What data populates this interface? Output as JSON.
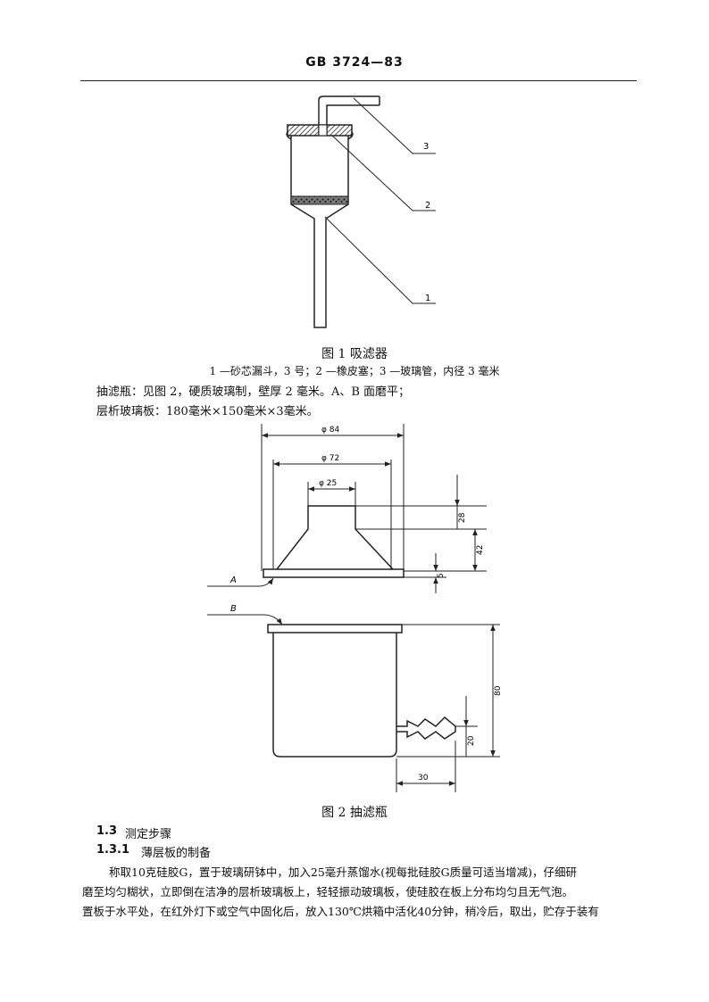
{
  "header": {
    "standard_code": "GB 3724—83"
  },
  "figure1": {
    "caption": "图 1   吸滤器",
    "legend": "1 —砂芯漏斗，3 号；2 —橡皮塞；3 —玻璃管，内径 3 毫米",
    "labels": [
      "1",
      "2",
      "3"
    ]
  },
  "text_before_fig2": {
    "line1": "抽滤瓶：见图 2，硬质玻璃制，壁厚 2 毫米。A、B 面磨平；",
    "line2": "层析玻璃板：180毫米×150毫米×3毫米。"
  },
  "figure2": {
    "caption": "图 2   抽滤瓶",
    "surface_labels": {
      "a": "A",
      "b": "B"
    },
    "dimensions": {
      "d84": "φ 84",
      "d72": "φ 72",
      "d25": "φ 25",
      "h28": "28",
      "h42": "42",
      "h5": "5",
      "h80": "80",
      "h20": "20",
      "w30": "30"
    }
  },
  "section": {
    "heading_num": "1.3",
    "heading_text": "测定步骤",
    "sub_num": "1.3.1",
    "sub_text": "薄层板的制备",
    "para_line1": "称取10克硅胶G，置于玻璃研钵中，加入25毫升蒸馏水(视每批硅胶G质量可适当增减)，仔细研",
    "para_line2": "磨至均匀糊状，立即倒在洁净的层析玻璃板上，轻轻振动玻璃板，使硅胶在板上分布均匀且无气泡。",
    "para_line3": "置板于水平处，在红外灯下或空气中固化后，放入130℃烘箱中活化40分钟，稍冷后，取出，贮存于装有"
  }
}
